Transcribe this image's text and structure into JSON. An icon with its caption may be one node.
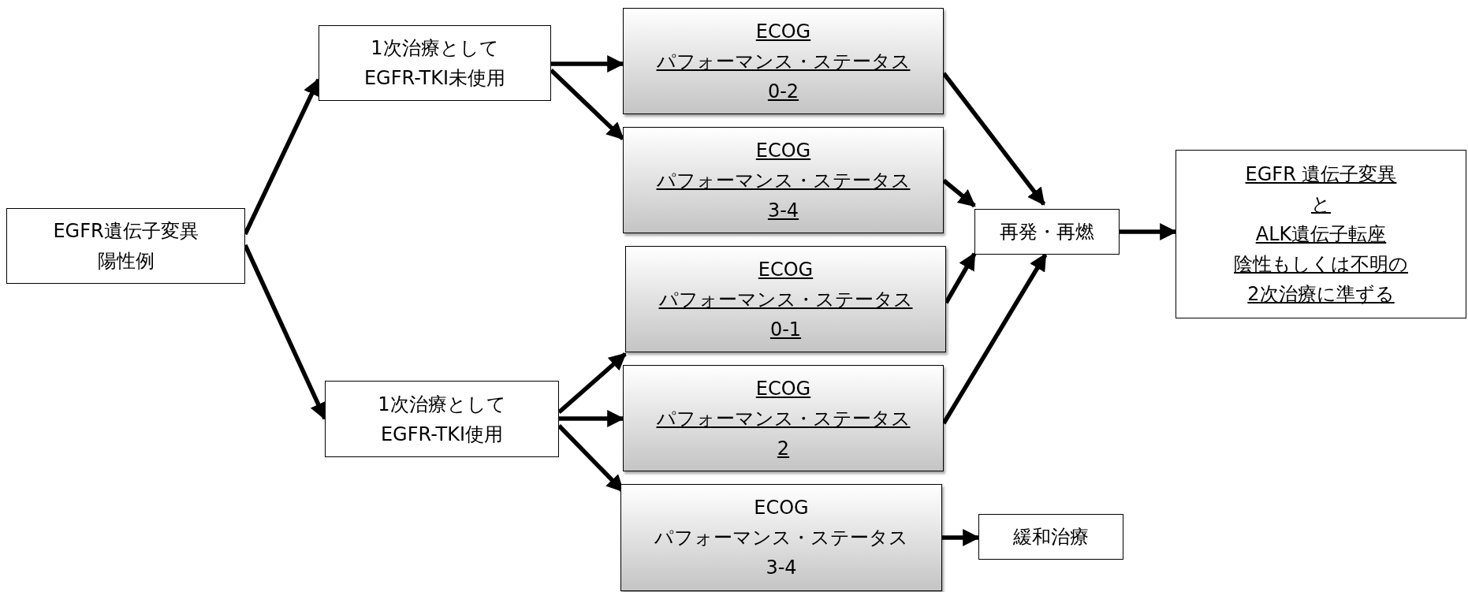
{
  "diagram": {
    "nodes": [
      {
        "text": [
          "EGFR遺伝子変異陽性例"
        ]
      },
      {
        "text": [
          "1次治療としてEGFR-TKI未使用"
        ]
      },
      {
        "text": [
          "1次治療としてEGFR-TKI使用"
        ]
      },
      {
        "text": [
          "ECOGパフォーマンス・ステータス0-2"
        ]
      },
      {
        "text": [
          "ECOGパフォーマンス・ステータス3-4"
        ]
      },
      {
        "text": [
          "ECOGパフォーマンス・ステータス0-1"
        ]
      },
      {
        "text": [
          "ECOGパフォーマンス・ステータス2"
        ]
      },
      {
        "text": [
          "ECOGパフォーマンス・ステータス3-4"
        ]
      },
      {
        "text": [
          "再発・再燃"
        ]
      },
      {
        "text": [
          "EGFR 遺伝子変異とALK遺伝子転座陰性もしくは不明の2次治療に準ずる"
        ]
      },
      {
        "text": [
          "緩和治療"
        ]
      }
    ],
    "edges": [
      {
        "from": 0,
        "to": 1,
        "arrow": "to"
      },
      {
        "from": 0,
        "to": 2,
        "arrow": "to"
      },
      {
        "from": 1,
        "to": 3,
        "arrow": "to"
      },
      {
        "from": 1,
        "to": 4,
        "arrow": "to"
      },
      {
        "from": 3,
        "to": 8,
        "arrow": "to"
      },
      {
        "from": 4,
        "to": 8,
        "arrow": "to"
      },
      {
        "from": 5,
        "to": 8,
        "arrow": "to"
      },
      {
        "from": 6,
        "to": 8,
        "arrow": "to"
      },
      {
        "from": 8,
        "to": 9,
        "arrow": "to"
      },
      {
        "from": 2,
        "to": 5,
        "arrow": "to"
      },
      {
        "from": 2,
        "to": 6,
        "arrow": "to"
      },
      {
        "from": 2,
        "to": 7,
        "arrow": "to"
      },
      {
        "from": 7,
        "to": 10,
        "arrow": "to"
      }
    ]
  }
}
